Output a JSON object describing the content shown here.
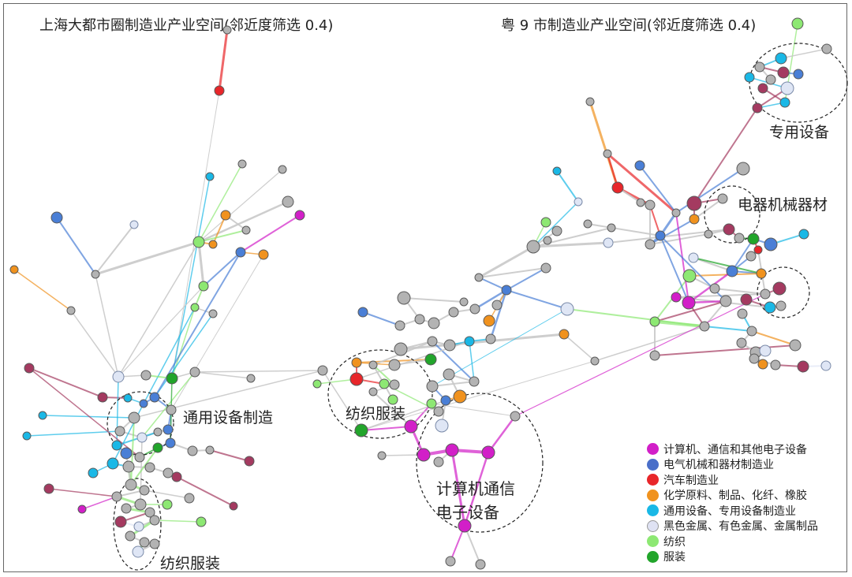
{
  "titles": {
    "left": "上海大都市圈制造业产业空间(邻近度筛选 0.4)",
    "right": "粤 9 市制造业产业空间(邻近度筛选 0.4)"
  },
  "cluster_labels": {
    "general_equipment": "通用设备制造",
    "textile_left": "纺织服装",
    "textile_right": "纺织服装",
    "computer_comm_line1": "计算机通信",
    "computer_comm_line2": "电子设备",
    "special_equipment": "专用设备",
    "electrical_machinery": "电器机械器材"
  },
  "legend": [
    {
      "label": "计算机、通信和其他电子设备",
      "color": "#d21fc8"
    },
    {
      "label": "电气机械和器材制造业",
      "color": "#4a6fc9"
    },
    {
      "label": "汽车制造业",
      "color": "#e8262a"
    },
    {
      "label": "化学原料、制品、化纤、橡胶",
      "color": "#f0921e"
    },
    {
      "label": "通用设备、专用设备制造业",
      "color": "#1ab8e6"
    },
    {
      "label": "黑色金属、有色金属、金属制品",
      "color": "#dfe2f3"
    },
    {
      "label": "纺织",
      "color": "#8de873"
    },
    {
      "label": "服装",
      "color": "#22a52b"
    }
  ],
  "colors": {
    "gray_node": "#b3b3b3",
    "maroon_node": "#a43a60",
    "edge_gray": "#c8c8c8"
  }
}
